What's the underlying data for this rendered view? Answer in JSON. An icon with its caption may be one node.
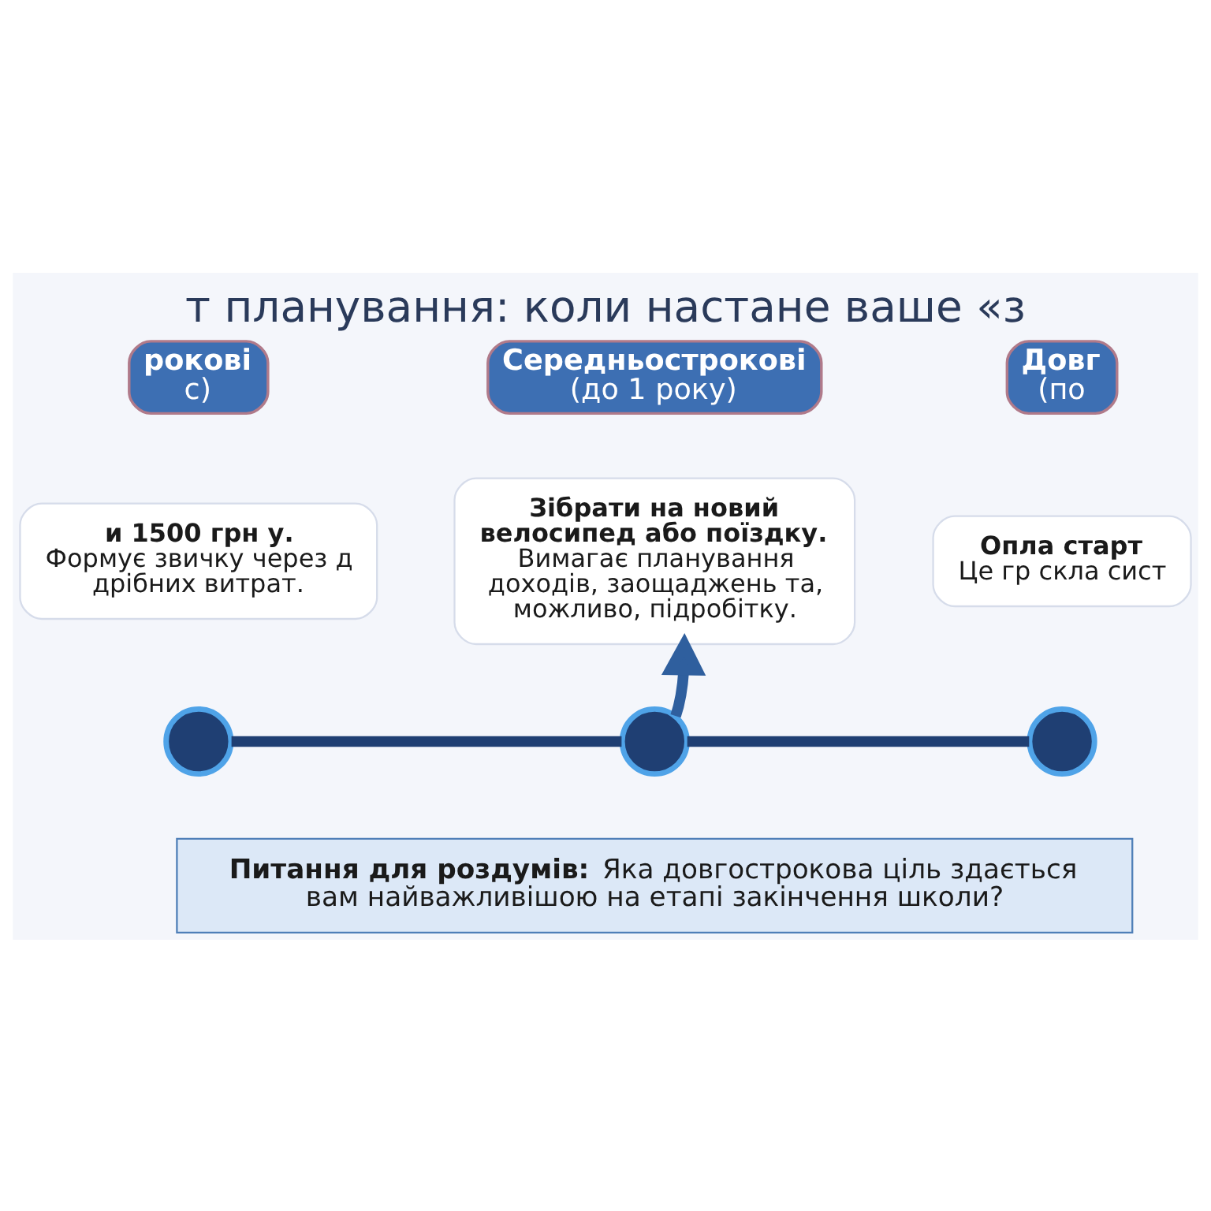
{
  "diagram": {
    "title": "т планування: коли настане ваше «з",
    "nodes": [
      {
        "text": [
          "рокові",
          "с)"
        ]
      },
      {
        "text": [
          "и 1500 грн у.",
          "Формує звичку через д дрібних витрат."
        ]
      },
      {
        "text": [
          "Середньострокові",
          "(до 1 року)"
        ]
      },
      {
        "text": [
          "Зібрати на новий велосипед або поїздку.",
          "Вимагає планування доходів, заощаджень та, можливо, підробітку."
        ]
      },
      {
        "text": [
          "Довг",
          "(по"
        ]
      },
      {
        "text": [
          "Опла старт",
          "Це гр скла сист"
        ]
      },
      {
        "text": [],
        "shape": "circle"
      },
      {
        "text": [],
        "shape": "circle"
      },
      {
        "text": [],
        "shape": "circle"
      },
      {
        "text": [
          "**Питання для роздумів:** Яка довгострокова ціль здається вам найважливішою на етапі закінчення школи?"
        ]
      }
    ],
    "edges": [
      {
        "from": 6,
        "to": 7,
        "arrow": "none"
      },
      {
        "from": 7,
        "to": 8,
        "arrow": "none"
      },
      {
        "from": 7,
        "to": 3,
        "arrow": "to",
        "color": "#2f5f9e"
      }
    ]
  }
}
